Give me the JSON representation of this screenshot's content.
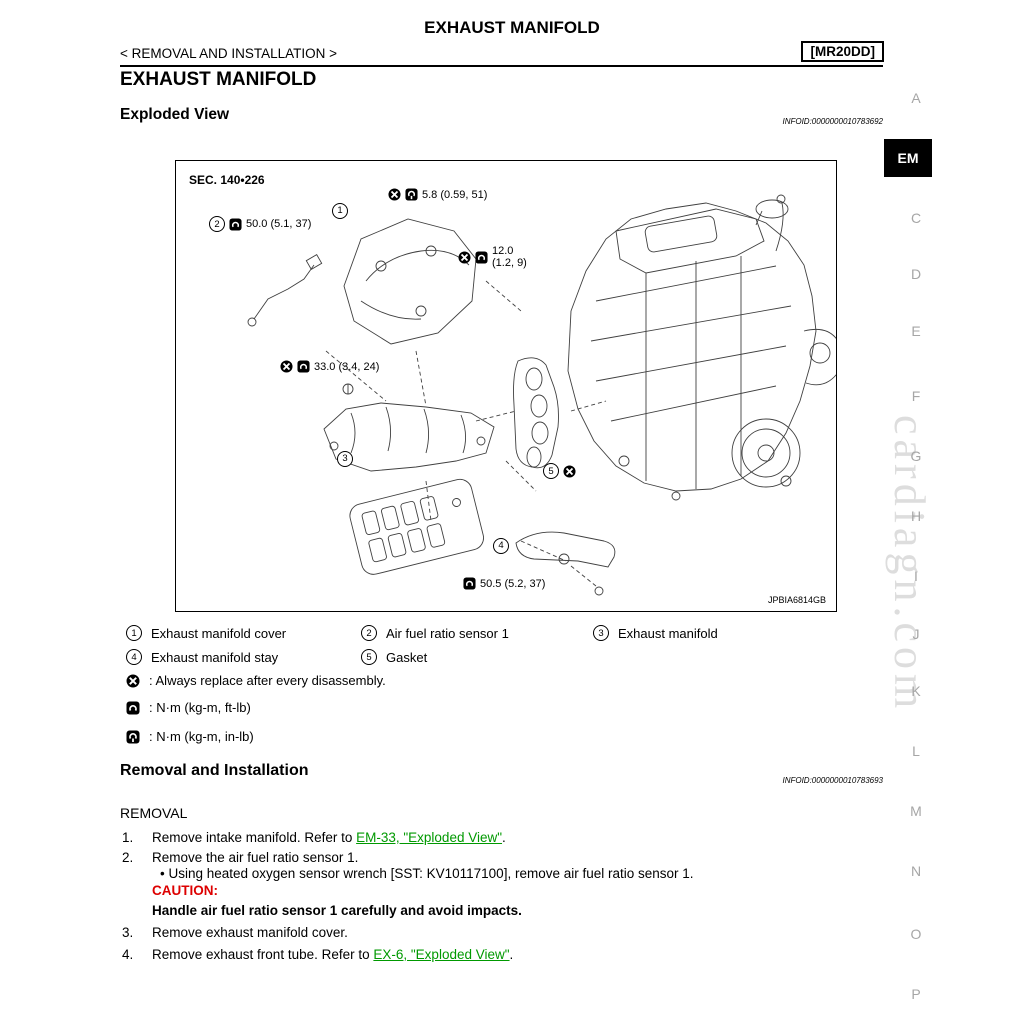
{
  "colors": {
    "link": "#009900",
    "caution": "#dd0000",
    "active_tab_bg": "#000000",
    "active_tab_text": "#ffffff",
    "sidebar_letter": "#a6a6a6"
  },
  "header": {
    "doc_title": "EXHAUST MANIFOLD",
    "breadcrumb": "< REMOVAL AND INSTALLATION >",
    "model_code": "[MR20DD]",
    "section_title": "EXHAUST MANIFOLD"
  },
  "sidebar": {
    "letters": [
      "A",
      "EM",
      "C",
      "D",
      "E",
      "F",
      "G",
      "H",
      "I",
      "J",
      "K",
      "L",
      "M",
      "N",
      "O",
      "P"
    ],
    "active": "EM"
  },
  "watermark": "cardiagn.com",
  "exploded_view": {
    "heading": "Exploded View",
    "infoid": "INFOID:0000000010783692",
    "figure": {
      "sec_label": "SEC. 140•226",
      "code": "JPBIA6814GB",
      "callouts": {
        "c1": "1",
        "c2": "2",
        "c3": "3",
        "c4": "4",
        "c5": "5"
      },
      "torque_labels": {
        "t50": "50.0 (5.1, 37)",
        "t58": "5.8 (0.59, 51)",
        "t12_line1": "12.0",
        "t12_line2": "(1.2, 9)",
        "t33": "33.0 (3.4, 24)",
        "t505": "50.5 (5.2, 37)"
      }
    }
  },
  "legend": {
    "items": [
      {
        "num": "1",
        "label": "Exhaust manifold cover"
      },
      {
        "num": "2",
        "label": "Air fuel ratio sensor 1"
      },
      {
        "num": "3",
        "label": "Exhaust manifold"
      },
      {
        "num": "4",
        "label": "Exhaust manifold stay"
      },
      {
        "num": "5",
        "label": "Gasket"
      }
    ],
    "symbols": [
      {
        "icon": "always-replace-icon",
        "text": ": Always replace after every disassembly."
      },
      {
        "icon": "torque-ft-lb-icon",
        "text": ": N·m (kg-m, ft-lb)"
      },
      {
        "icon": "torque-in-lb-icon",
        "text": ": N·m (kg-m, in-lb)"
      }
    ]
  },
  "removal": {
    "heading": "Removal and Installation",
    "infoid": "INFOID:0000000010783693",
    "subheading": "REMOVAL",
    "steps": [
      {
        "num": "1.",
        "pre": "Remove intake manifold. Refer to ",
        "link": "EM-33, \"Exploded View\"",
        "post": "."
      },
      {
        "num": "2.",
        "pre": "Remove the air fuel ratio sensor 1.",
        "bullet": "• Using heated oxygen sensor wrench [SST: KV10117100], remove air fuel ratio sensor 1.",
        "caution_label": "CAUTION:",
        "caution_text": "Handle air fuel ratio sensor 1 carefully and avoid impacts."
      },
      {
        "num": "3.",
        "pre": "Remove exhaust manifold cover."
      },
      {
        "num": "4.",
        "pre": "Remove exhaust front tube. Refer to ",
        "link": "EX-6, \"Exploded View\"",
        "post": "."
      }
    ]
  }
}
